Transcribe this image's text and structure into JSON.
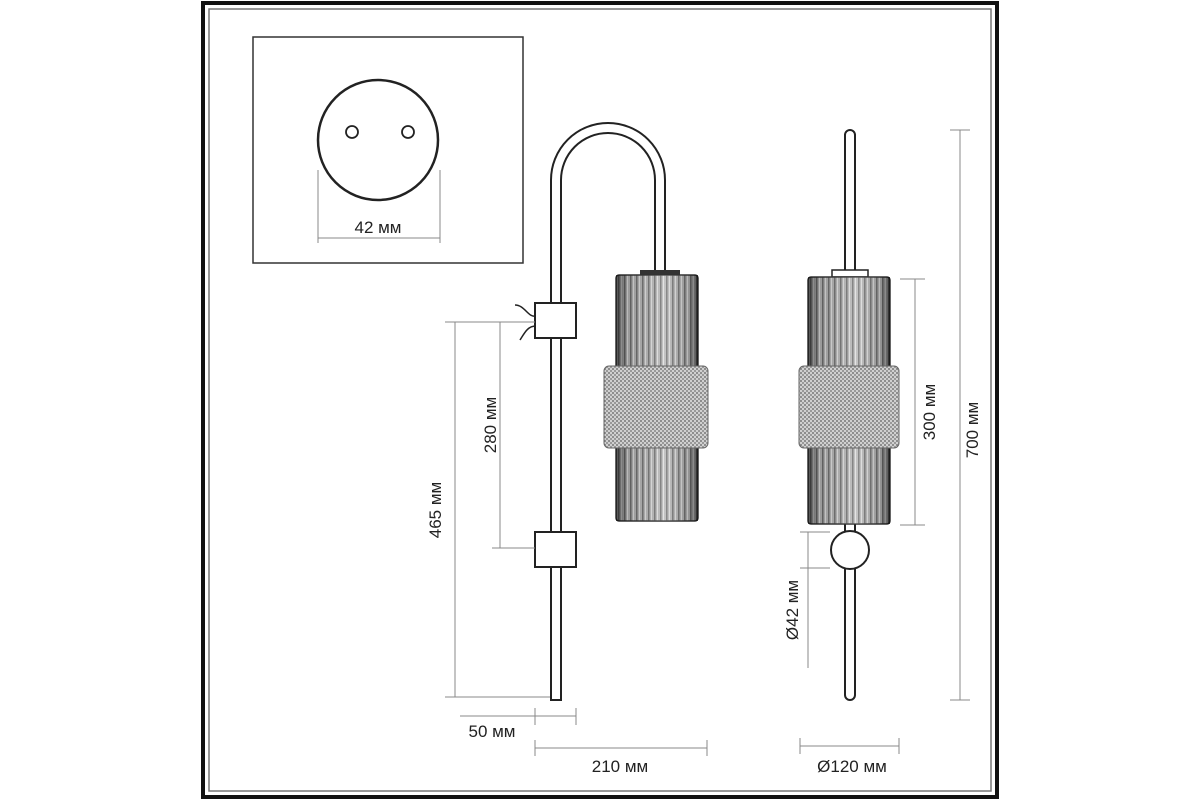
{
  "mount_plate": {
    "diameter_label": "42 мм"
  },
  "side_view": {
    "height_label": "465 мм",
    "bracket_spacing_label": "280 мм",
    "wall_offset_label": "50 мм",
    "depth_label": "210 мм"
  },
  "front_view": {
    "shade_height_label": "300 мм",
    "total_height_label": "700 мм",
    "ball_diameter_label": "Ø42 мм",
    "shade_diameter_label": "Ø120 мм"
  },
  "colors": {
    "ink": "#222222",
    "dimension": "#888888",
    "shade_dark": "#555555",
    "shade_light": "#bdbdbd"
  }
}
